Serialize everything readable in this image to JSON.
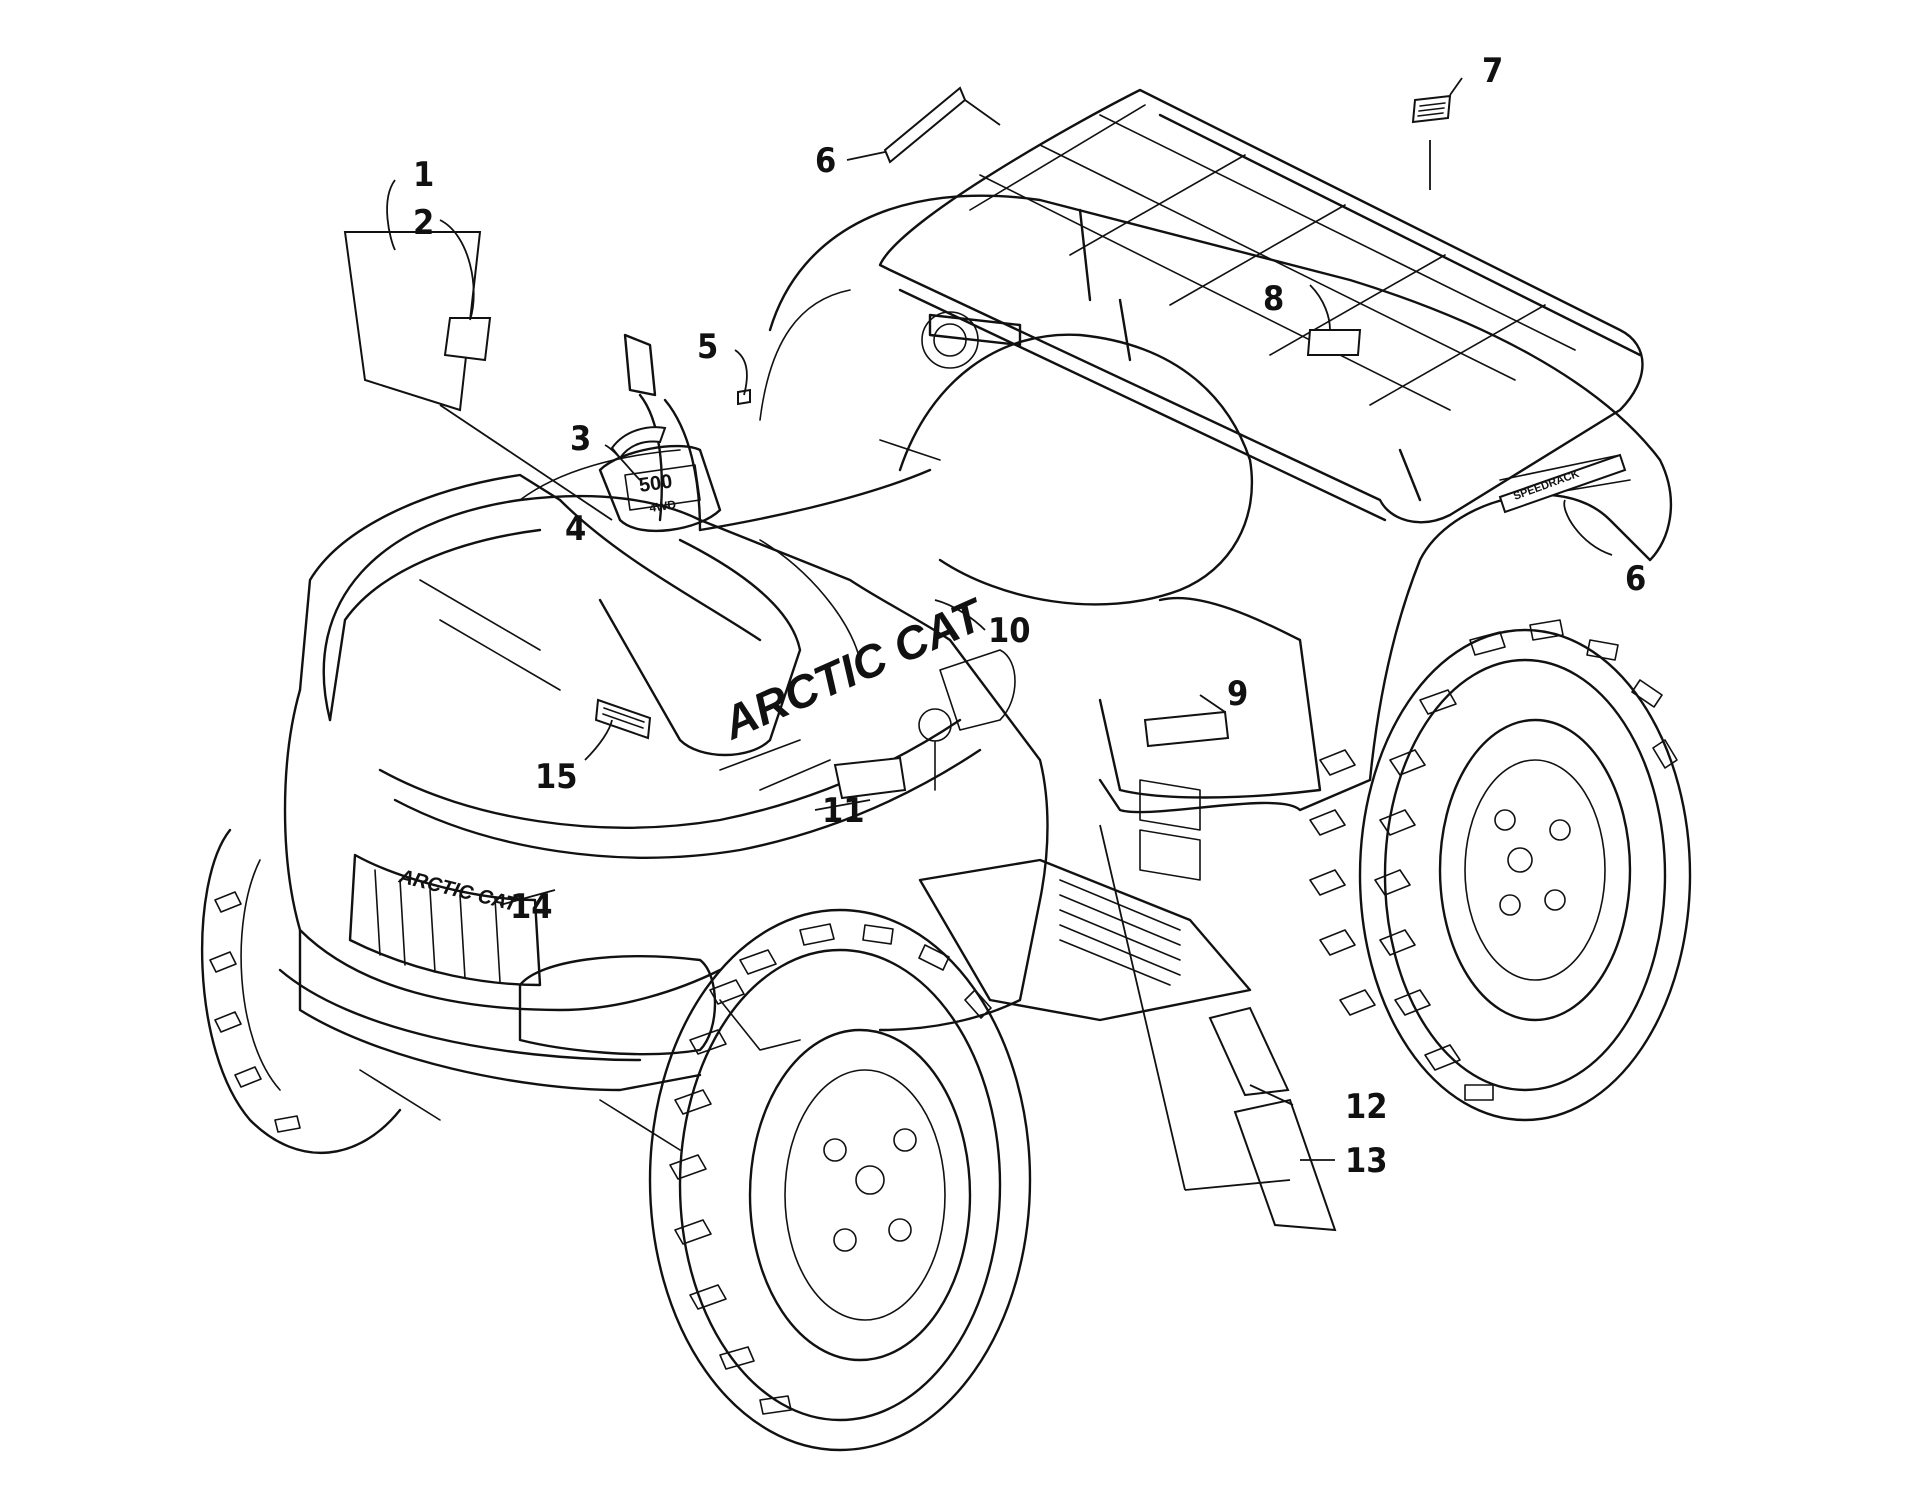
{
  "brand": {
    "name_hood": "ARCTIC CAT",
    "name_grille": "ARCTIC CAT",
    "gauge_top": "500",
    "gauge_bottom": "4WD",
    "rack_label": "SPEEDRACK"
  },
  "callouts": [
    "1",
    "2",
    "3",
    "4",
    "5",
    "6",
    "6",
    "7",
    "8",
    "9",
    "10",
    "11",
    "12",
    "13",
    "14",
    "15"
  ]
}
